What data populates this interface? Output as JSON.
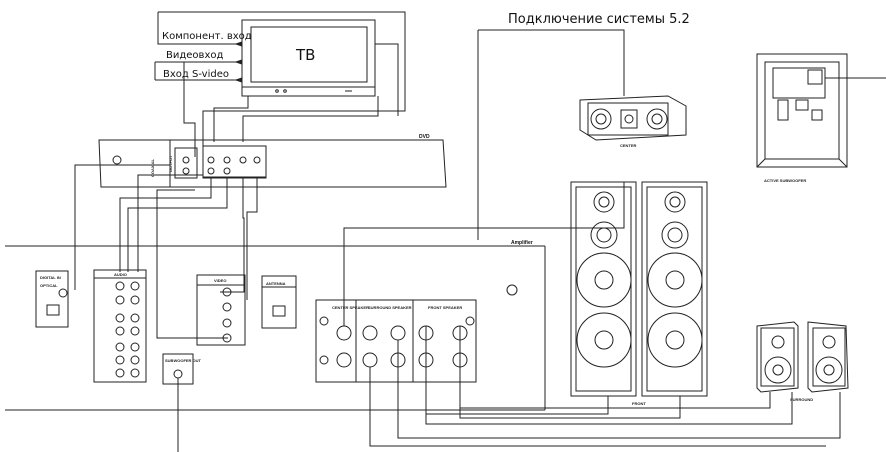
{
  "title": "Подключение системы 5.2",
  "tv": {
    "label": "ТВ",
    "inputs": [
      "Компонент. вход",
      "Видеовход",
      "Вход S-video"
    ]
  },
  "dvd": {
    "label": "DVD",
    "coaxial": "COAXIAL",
    "output": "OUTPUT"
  },
  "amplifier": {
    "label": "Amplifier",
    "digital_in": "DIGITAL IN",
    "optical": "OPTICAL",
    "audio": "AUDIO",
    "video": "VIDEO",
    "antenna": "ANTENNA",
    "subwoofer_out": "SUBWOOFER OUT",
    "center_speaker": "CENTER SPEAKER",
    "surround_speaker": "SURROUND SPEAKER",
    "front_speaker": "FRONT SPEAKER"
  },
  "speakers": {
    "center": "CENTER",
    "front": "FRONT",
    "surround": "SURROUND",
    "subwoofer": "ACTIVE SUBWOOFER"
  }
}
